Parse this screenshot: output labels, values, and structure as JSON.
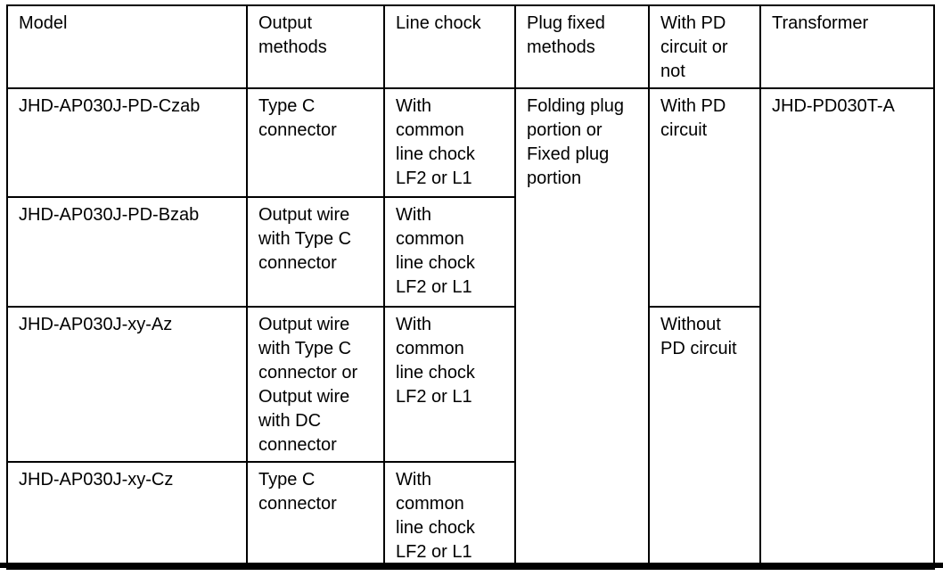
{
  "colors": {
    "background": "#ffffff",
    "border": "#000000",
    "text": "#000000"
  },
  "table": {
    "headers": [
      "Model",
      "Output\nmethods",
      "Line chock",
      "Plug fixed\nmethods",
      "With PD\ncircuit or\nnot",
      "Transformer"
    ],
    "rows": [
      {
        "model": "JHD-AP030J-PD-Czab",
        "output_methods": "Type C\nconnector",
        "line_chock": "With\ncommon\nline chock\nLF2 or L1"
      },
      {
        "model": "JHD-AP030J-PD-Bzab",
        "output_methods": "Output wire\nwith Type C\nconnector",
        "line_chock": "With\ncommon\nline chock\nLF2 or L1"
      },
      {
        "model": "JHD-AP030J-xy-Az",
        "output_methods": "Output wire\nwith Type C\nconnector or\nOutput wire\nwith DC\nconnector",
        "line_chock": "With\ncommon\nline chock\nLF2 or L1"
      },
      {
        "model": "JHD-AP030J-xy-Cz",
        "output_methods": "Type C\nconnector",
        "line_chock": "With\ncommon\nline chock\nLF2 or L1"
      }
    ],
    "merged_cells": {
      "plug_fixed_methods": "Folding plug\nportion or\nFixed plug\nportion",
      "with_pd_circuit": "With PD\ncircuit",
      "without_pd_circuit": "Without\nPD circuit",
      "transformer": "JHD-PD030T-A"
    }
  }
}
